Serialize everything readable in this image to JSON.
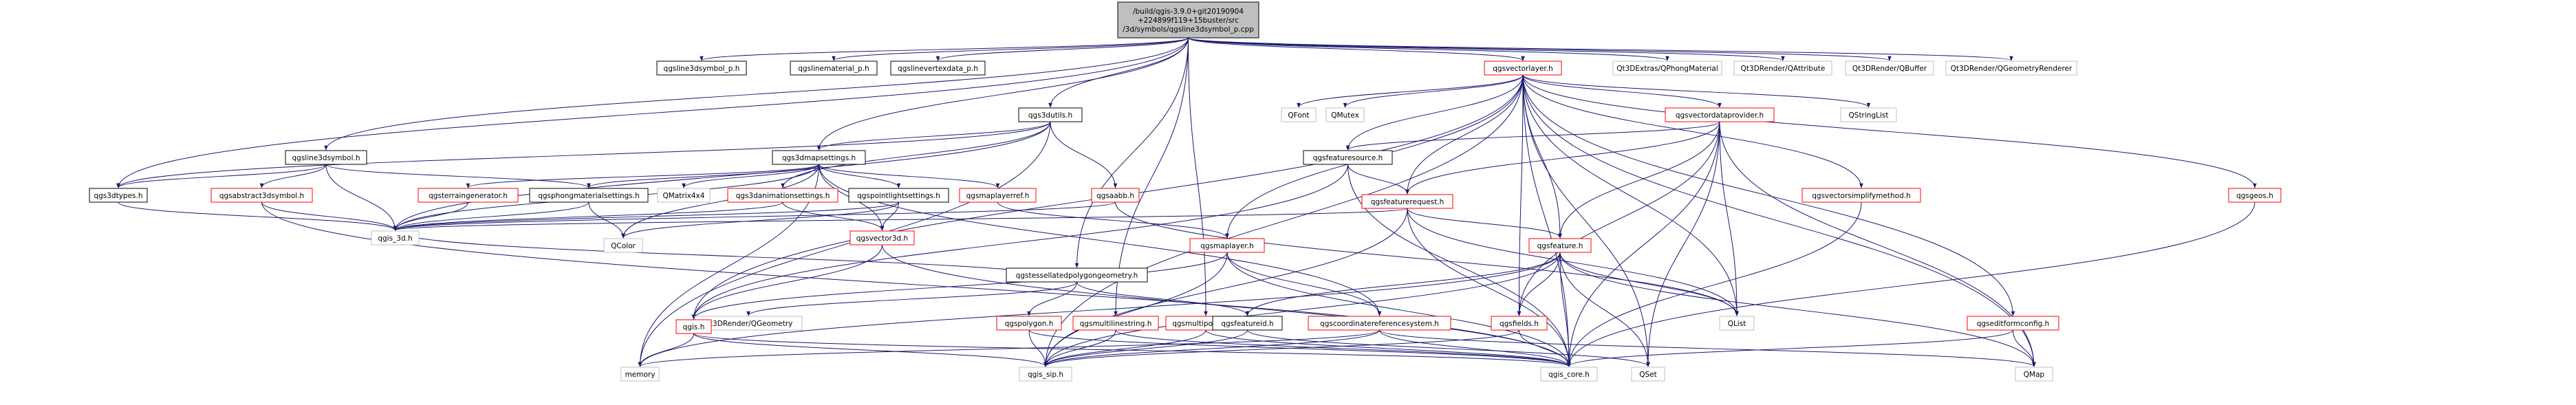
{
  "colors": {
    "edge": "#191970",
    "normal_border": "#000000",
    "normal_text": "#000000",
    "normal_fill": "#ffffff",
    "missing_border": "#bfbfbf",
    "missing_text": "#000000",
    "truncated_border": "#ff0000",
    "root_fill": "#bfbfbf"
  },
  "nodes": [
    {
      "id": "root",
      "label": "/build/qgis-3.9.0+git20190904\n+224899f119+15buster/src\n/3d/symbols/qgsline3dsymbol_p.cpp",
      "style": "root"
    },
    {
      "id": "qgsline3dsymbol_p",
      "label": "qgsline3dsymbol_p.h",
      "style": "normal"
    },
    {
      "id": "qgslinematerial_p",
      "label": "qgslinematerial_p.h",
      "style": "normal"
    },
    {
      "id": "qgslinevertexdata_p",
      "label": "qgslinevertexdata_p.h",
      "style": "normal"
    },
    {
      "id": "qgsvectorlayer",
      "label": "qgsvectorlayer.h",
      "style": "truncated"
    },
    {
      "id": "qt3dextras_qphong",
      "label": "Qt3DExtras/QPhongMaterial",
      "style": "missing"
    },
    {
      "id": "qt3drender_qattribute",
      "label": "Qt3DRender/QAttribute",
      "style": "missing"
    },
    {
      "id": "qt3drender_qbuffer",
      "label": "Qt3DRender/QBuffer",
      "style": "missing"
    },
    {
      "id": "qt3drender_qgeomrenderer",
      "label": "Qt3DRender/QGeometryRenderer",
      "style": "missing"
    },
    {
      "id": "qgs3dutils",
      "label": "qgs3dutils.h",
      "style": "normal"
    },
    {
      "id": "qgsline3dsymbol",
      "label": "qgsline3dsymbol.h",
      "style": "normal"
    },
    {
      "id": "qgs3dmapsettings",
      "label": "qgs3dmapsettings.h",
      "style": "normal"
    },
    {
      "id": "qgs3dtypes",
      "label": "qgs3dtypes.h",
      "style": "normal"
    },
    {
      "id": "qgsabstract3dsymbol",
      "label": "qgsabstract3dsymbol.h",
      "style": "truncated"
    },
    {
      "id": "qgsterraingenerator",
      "label": "qgsterraingenerator.h",
      "style": "truncated"
    },
    {
      "id": "qgsphongmaterialsettings",
      "label": "qgsphongmaterialsettings.h",
      "style": "normal"
    },
    {
      "id": "qmatrix4x4",
      "label": "QMatrix4x4",
      "style": "missing"
    },
    {
      "id": "qgs3danimationsettings",
      "label": "qgs3danimationsettings.h",
      "style": "truncated"
    },
    {
      "id": "qgspointlightsettings",
      "label": "qgspointlightsettings.h",
      "style": "normal"
    },
    {
      "id": "qgsmaplayerref",
      "label": "qgsmaplayerref.h",
      "style": "truncated"
    },
    {
      "id": "qgsaabb",
      "label": "qgsaabb.h",
      "style": "truncated"
    },
    {
      "id": "qgs_3d",
      "label": "qgis_3d.h",
      "style": "missing"
    },
    {
      "id": "qcolor",
      "label": "QColor",
      "style": "missing"
    },
    {
      "id": "qgsvector3d",
      "label": "qgsvector3d.h",
      "style": "truncated"
    },
    {
      "id": "qgstessellatedpolygongeometry",
      "label": "qgstessellatedpolygongeometry.h",
      "style": "normal"
    },
    {
      "id": "qt3drender_qgeometry",
      "label": "Qt3DRender/QGeometry",
      "style": "missing"
    },
    {
      "id": "qgspolygon",
      "label": "qgspolygon.h",
      "style": "truncated"
    },
    {
      "id": "qgsmultilinestring",
      "label": "qgsmultilinestring.h",
      "style": "truncated"
    },
    {
      "id": "qgsmultipolygon",
      "label": "qgsmultipolygon.h",
      "style": "truncated"
    },
    {
      "id": "qgsmaplayer",
      "label": "qgsmaplayer.h",
      "style": "truncated"
    },
    {
      "id": "qgis",
      "label": "qgis.h",
      "style": "truncated"
    },
    {
      "id": "memory",
      "label": "memory",
      "style": "missing"
    },
    {
      "id": "qgis_sip",
      "label": "qgis_sip.h",
      "style": "missing"
    },
    {
      "id": "qgis_core",
      "label": "qgis_core.h",
      "style": "missing"
    },
    {
      "id": "qgsfeatureid",
      "label": "qgsfeatureid.h",
      "style": "normal"
    },
    {
      "id": "qgscoordref",
      "label": "qgscoordinatereferencesystem.h",
      "style": "truncated"
    },
    {
      "id": "qfont",
      "label": "QFont",
      "style": "missing"
    },
    {
      "id": "qmutex",
      "label": "QMutex",
      "style": "missing"
    },
    {
      "id": "qgsvectordataprovider",
      "label": "qgsvectordataprovider.h",
      "style": "truncated"
    },
    {
      "id": "qstringlist",
      "label": "QStringList",
      "style": "missing"
    },
    {
      "id": "qgsgeos",
      "label": "qgsgeos.h",
      "style": "truncated"
    },
    {
      "id": "qgsfeaturesource",
      "label": "qgsfeaturesource.h",
      "style": "normal"
    },
    {
      "id": "qgsvectorsimplifymethod",
      "label": "qgsvectorsimplifymethod.h",
      "style": "truncated"
    },
    {
      "id": "qgsfeaturerequest",
      "label": "qgsfeaturerequest.h",
      "style": "truncated"
    },
    {
      "id": "qgsfeature",
      "label": "qgsfeature.h",
      "style": "truncated"
    },
    {
      "id": "qgsfields",
      "label": "qgsfields.h",
      "style": "truncated"
    },
    {
      "id": "qlist",
      "label": "QList",
      "style": "missing"
    },
    {
      "id": "qgseditformconfig",
      "label": "qgseditformconfig.h",
      "style": "truncated"
    },
    {
      "id": "qset",
      "label": "QSet",
      "style": "missing"
    },
    {
      "id": "qmap",
      "label": "QMap",
      "style": "missing"
    }
  ],
  "edges": [
    [
      "root",
      "qgsline3dsymbol_p"
    ],
    [
      "root",
      "qgslinematerial_p"
    ],
    [
      "root",
      "qgslinevertexdata_p"
    ],
    [
      "root",
      "qgsvectorlayer"
    ],
    [
      "root",
      "qt3dextras_qphong"
    ],
    [
      "root",
      "qt3drender_qattribute"
    ],
    [
      "root",
      "qt3drender_qbuffer"
    ],
    [
      "root",
      "qt3drender_qgeomrenderer"
    ],
    [
      "root",
      "qgs3dutils"
    ],
    [
      "root",
      "qgsline3dsymbol"
    ],
    [
      "root",
      "qgs3dmapsettings"
    ],
    [
      "root",
      "qgstessellatedpolygongeometry"
    ],
    [
      "root",
      "qgsmultilinestring"
    ],
    [
      "root",
      "qgsmultipolygon"
    ],
    [
      "root",
      "qgs3dtypes"
    ],
    [
      "qgs3dutils",
      "qgs3dmapsettings"
    ],
    [
      "qgs3dutils",
      "qgs3dtypes"
    ],
    [
      "qgs3dutils",
      "qgs3danimationsettings"
    ],
    [
      "qgs3dutils",
      "qgsaabb"
    ],
    [
      "qgs3dutils",
      "memory"
    ],
    [
      "qgs3dutils",
      "qgs_3d"
    ],
    [
      "qgsline3dsymbol",
      "qgs3dtypes"
    ],
    [
      "qgsline3dsymbol",
      "qgsabstract3dsymbol"
    ],
    [
      "qgsline3dsymbol",
      "qgsphongmaterialsettings"
    ],
    [
      "qgsline3dsymbol",
      "qgs_3d"
    ],
    [
      "qgs3dmapsettings",
      "qgsterraingenerator"
    ],
    [
      "qgs3dmapsettings",
      "qgsphongmaterialsettings"
    ],
    [
      "qgs3dmapsettings",
      "qmatrix4x4"
    ],
    [
      "qgs3dmapsettings",
      "qgspointlightsettings"
    ],
    [
      "qgs3dmapsettings",
      "qgsmaplayerref"
    ],
    [
      "qgs3dmapsettings",
      "qcolor"
    ],
    [
      "qgs3dmapsettings",
      "qgsvector3d"
    ],
    [
      "qgs3dmapsettings",
      "qgs_3d"
    ],
    [
      "qgs3dmapsettings",
      "memory"
    ],
    [
      "qgs3dmapsettings",
      "qgscoordref"
    ],
    [
      "qgs3dtypes",
      "qgs_3d"
    ],
    [
      "qgsabstract3dsymbol",
      "qgs_3d"
    ],
    [
      "qgsabstract3dsymbol",
      "qgis_core"
    ],
    [
      "qgsterraingenerator",
      "qgs_3d"
    ],
    [
      "qgsphongmaterialsettings",
      "qgs_3d"
    ],
    [
      "qgsphongmaterialsettings",
      "qcolor"
    ],
    [
      "qgs3danimationsettings",
      "qgs_3d"
    ],
    [
      "qgs3danimationsettings",
      "qgsvector3d"
    ],
    [
      "qgspointlightsettings",
      "qgs_3d"
    ],
    [
      "qgspointlightsettings",
      "qcolor"
    ],
    [
      "qgspointlightsettings",
      "qgsvector3d"
    ],
    [
      "qgsmaplayerref",
      "qgsmaplayer"
    ],
    [
      "qgsaabb",
      "qgs_3d"
    ],
    [
      "qgsaabb",
      "qlist"
    ],
    [
      "qgsvector3d",
      "qgis"
    ],
    [
      "qgsvector3d",
      "qgis_core"
    ],
    [
      "qgstessellatedpolygongeometry",
      "qt3drender_qgeometry"
    ],
    [
      "qgstessellatedpolygongeometry",
      "qgspolygon"
    ],
    [
      "qgstessellatedpolygongeometry",
      "qgsfeatureid"
    ],
    [
      "qgstessellatedpolygongeometry",
      "qgs_3d"
    ],
    [
      "qgspolygon",
      "qgis_sip"
    ],
    [
      "qgspolygon",
      "qgis_core"
    ],
    [
      "qgsmultilinestring",
      "qgis_sip"
    ],
    [
      "qgsmultilinestring",
      "qgis_core"
    ],
    [
      "qgsmultipolygon",
      "qgis_sip"
    ],
    [
      "qgsmultipolygon",
      "qgis_core"
    ],
    [
      "qgsmaplayer",
      "qgis_sip"
    ],
    [
      "qgsmaplayer",
      "qgscoordref"
    ],
    [
      "qgsmaplayer",
      "qgis_core"
    ],
    [
      "qgsmaplayer",
      "qgis"
    ],
    [
      "qgis",
      "memory"
    ],
    [
      "qgis",
      "qgis_sip"
    ],
    [
      "qgis",
      "qgis_core"
    ],
    [
      "qgscoordref",
      "qgis_sip"
    ],
    [
      "qgscoordref",
      "qgis_core"
    ],
    [
      "qgscoordref",
      "qmap"
    ],
    [
      "qgscoordref",
      "memory"
    ],
    [
      "qgsfeatureid",
      "qset"
    ],
    [
      "qgsfeatureid",
      "qgis_sip"
    ],
    [
      "qgsvectorlayer",
      "qfont"
    ],
    [
      "qgsvectorlayer",
      "qmutex"
    ],
    [
      "qgsvectorlayer",
      "qgsvectordataprovider"
    ],
    [
      "qgsvectorlayer",
      "qstringlist"
    ],
    [
      "qgsvectorlayer",
      "qgsgeos"
    ],
    [
      "qgsvectorlayer",
      "qgsfeaturesource"
    ],
    [
      "qgsvectorlayer",
      "qgsvectorsimplifymethod"
    ],
    [
      "qgsvectorlayer",
      "qgsfeaturerequest"
    ],
    [
      "qgsvectorlayer",
      "qgsfeature"
    ],
    [
      "qgsvectorlayer",
      "qgsfields"
    ],
    [
      "qgsvectorlayer",
      "qgsmaplayer"
    ],
    [
      "qgsvectorlayer",
      "qgis_sip"
    ],
    [
      "qgsvectorlayer",
      "qgis_core"
    ],
    [
      "qgsvectorlayer",
      "qlist"
    ],
    [
      "qgsvectorlayer",
      "qgseditformconfig"
    ],
    [
      "qgsvectorlayer",
      "qset"
    ],
    [
      "qgsvectorlayer",
      "qmap"
    ],
    [
      "qgsvectorlayer",
      "qgis"
    ],
    [
      "qgsvectordataprovider",
      "qgsfeaturesource"
    ],
    [
      "qgsvectordataprovider",
      "qgsfeaturerequest"
    ],
    [
      "qgsvectordataprovider",
      "qgsfeature"
    ],
    [
      "qgsvectordataprovider",
      "qgsfields"
    ],
    [
      "qgsvectordataprovider",
      "qgis_core"
    ],
    [
      "qgsvectordataprovider",
      "qlist"
    ],
    [
      "qgsvectordataprovider",
      "qset"
    ],
    [
      "qgsvectordataprovider",
      "qmap"
    ],
    [
      "qgsfeaturesource",
      "qgsfeaturerequest"
    ],
    [
      "qgsfeaturesource",
      "qgis_core"
    ],
    [
      "qgsfeaturesource",
      "qgis"
    ],
    [
      "qgsfeaturerequest",
      "qgsfeature"
    ],
    [
      "qgsfeaturerequest",
      "qgis_sip"
    ],
    [
      "qgsfeaturerequest",
      "qgis_core"
    ],
    [
      "qgsfeaturerequest",
      "qlist"
    ],
    [
      "qgsfeaturerequest",
      "qgs_3d"
    ],
    [
      "qgsfeature",
      "qgsfields"
    ],
    [
      "qgsfeature",
      "qgsfeatureid"
    ],
    [
      "qgsfeature",
      "qgis_sip"
    ],
    [
      "qgsfeature",
      "qgis_core"
    ],
    [
      "qgsfeature",
      "qlist"
    ],
    [
      "qgsfeature",
      "qset"
    ],
    [
      "qgsfeature",
      "qmap"
    ],
    [
      "qgsfeature",
      "memory"
    ],
    [
      "qgsfields",
      "qgis_sip"
    ],
    [
      "qgsfields",
      "qgis_core"
    ],
    [
      "qgsvectorsimplifymethod",
      "qgis_core"
    ],
    [
      "qgsgeos",
      "qgis_core"
    ],
    [
      "qgseditformconfig",
      "qgis_core"
    ],
    [
      "qgseditformconfig",
      "qmap"
    ]
  ]
}
